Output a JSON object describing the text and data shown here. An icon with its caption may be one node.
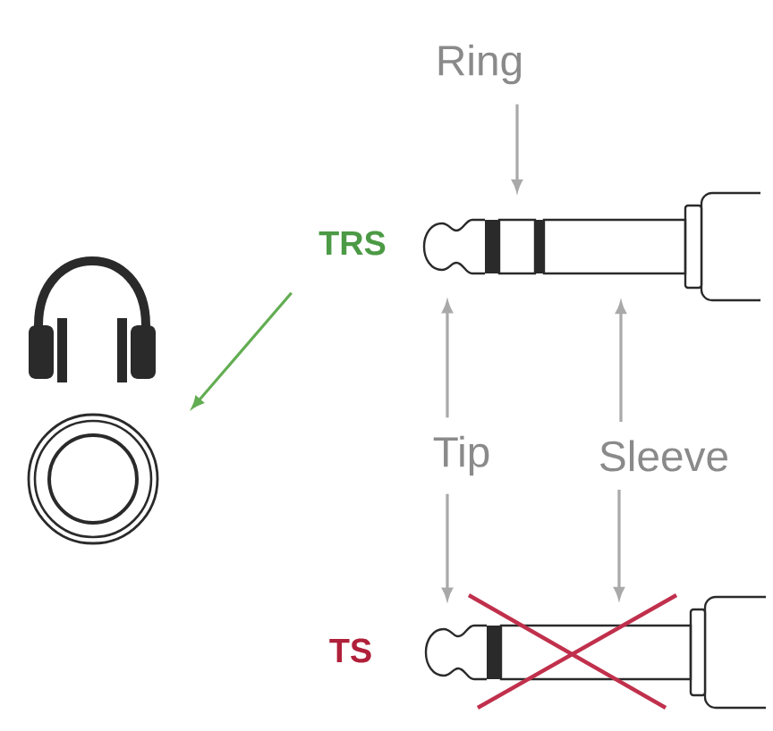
{
  "diagram": {
    "nodes": [
      {
        "text": [
          "Ring"
        ]
      },
      {
        "text": [
          "TRS"
        ]
      },
      {
        "text": [],
        "shape": "picture"
      },
      {
        "text": [],
        "shape": "box"
      },
      {
        "text": [],
        "shape": "box"
      },
      {
        "text": [],
        "shape": "circle"
      },
      {
        "text": [
          "Tip"
        ]
      },
      {
        "text": [
          "Sleeve"
        ]
      },
      {
        "text": [],
        "shape": "picture"
      },
      {
        "text": [],
        "shape": "box"
      }
    ],
    "edges": [
      {
        "from": 0,
        "to": 3,
        "arrow": "to"
      },
      {
        "from": 1,
        "to": 5,
        "arrow": "to",
        "color": "#62ad52"
      },
      {
        "from": 6,
        "to": 2,
        "arrow": "to"
      },
      {
        "from": 7,
        "to": 4,
        "arrow": "to"
      },
      {
        "from": 6,
        "to": 8,
        "arrow": "to"
      },
      {
        "from": 7,
        "to": 9,
        "arrow": "to"
      }
    ],
    "labels": [
      "TS"
    ]
  }
}
